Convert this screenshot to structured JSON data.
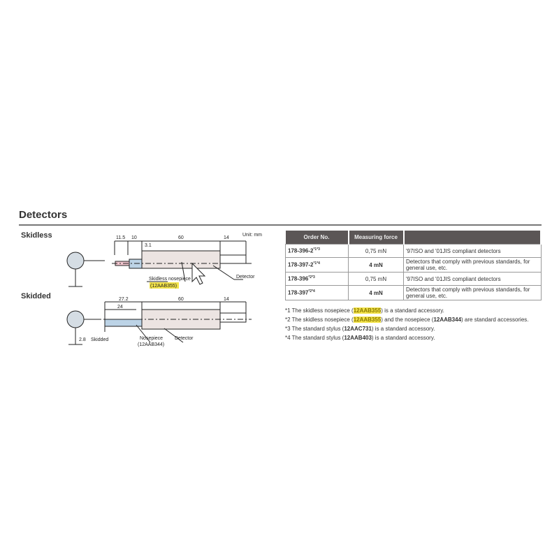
{
  "title": "Detectors",
  "skidless": {
    "label": "Skidless",
    "unit": "Unit: mm",
    "dims": [
      "11.5",
      "10",
      "60",
      "14",
      "3.1"
    ],
    "nosepiece_label": "Skidless nosepiece",
    "nosepiece_code": "(12AAB355)",
    "detector_label": "Detector"
  },
  "skidded": {
    "label": "Skidded",
    "dims": [
      "27.2",
      "24",
      "60",
      "14",
      "2.8"
    ],
    "skid_label": "Skidded",
    "nosepiece_label": "Nosepiece",
    "nosepiece_code": "(12AAB344)",
    "detector_label": "Detector"
  },
  "table": {
    "headers": [
      "Order No.",
      "Measuring force",
      ""
    ],
    "rows": [
      {
        "order": "178-396-2",
        "sup": "*1*3",
        "force": "0,75 mN",
        "desc": "'97ISO and '01JIS compliant detectors"
      },
      {
        "order": "178-397-2",
        "sup": "*1*4",
        "force": "4 mN",
        "desc": "Detectors that comply with previous standards, for general use, etc."
      },
      {
        "order": "178-396",
        "sup": "*2*3",
        "force": "0,75 mN",
        "desc": "'97ISO and '01JIS compliant detectors"
      },
      {
        "order": "178-397",
        "sup": "*2*4",
        "force": "4 mN",
        "desc": "Detectors that comply with previous standards, for general use, etc."
      }
    ]
  },
  "notes": {
    "n1_a": "*1 The skidless nosepiece (",
    "n1_code": "12AAB355",
    "n1_b": ") is a standard accessory.",
    "n2_a": "*2 The skidless nosepiece (",
    "n2_code": "12AAB355",
    "n2_b": ") and the nosepiece (",
    "n2_code2": "12AAB344",
    "n2_c": ") are standard accessories.",
    "n3_a": "*3 The standard stylus (",
    "n3_code": "12AAC731",
    "n3_b": ") is a standard accessory.",
    "n4_a": "*4 The standard stylus (",
    "n4_code": "12AAB403",
    "n4_b": ") is a standard accessory."
  },
  "colors": {
    "header_bg": "#5b5656",
    "highlight": "#f3e34a",
    "body_fill": "#ece4e2",
    "nose_fill": "#bcd3e6"
  }
}
